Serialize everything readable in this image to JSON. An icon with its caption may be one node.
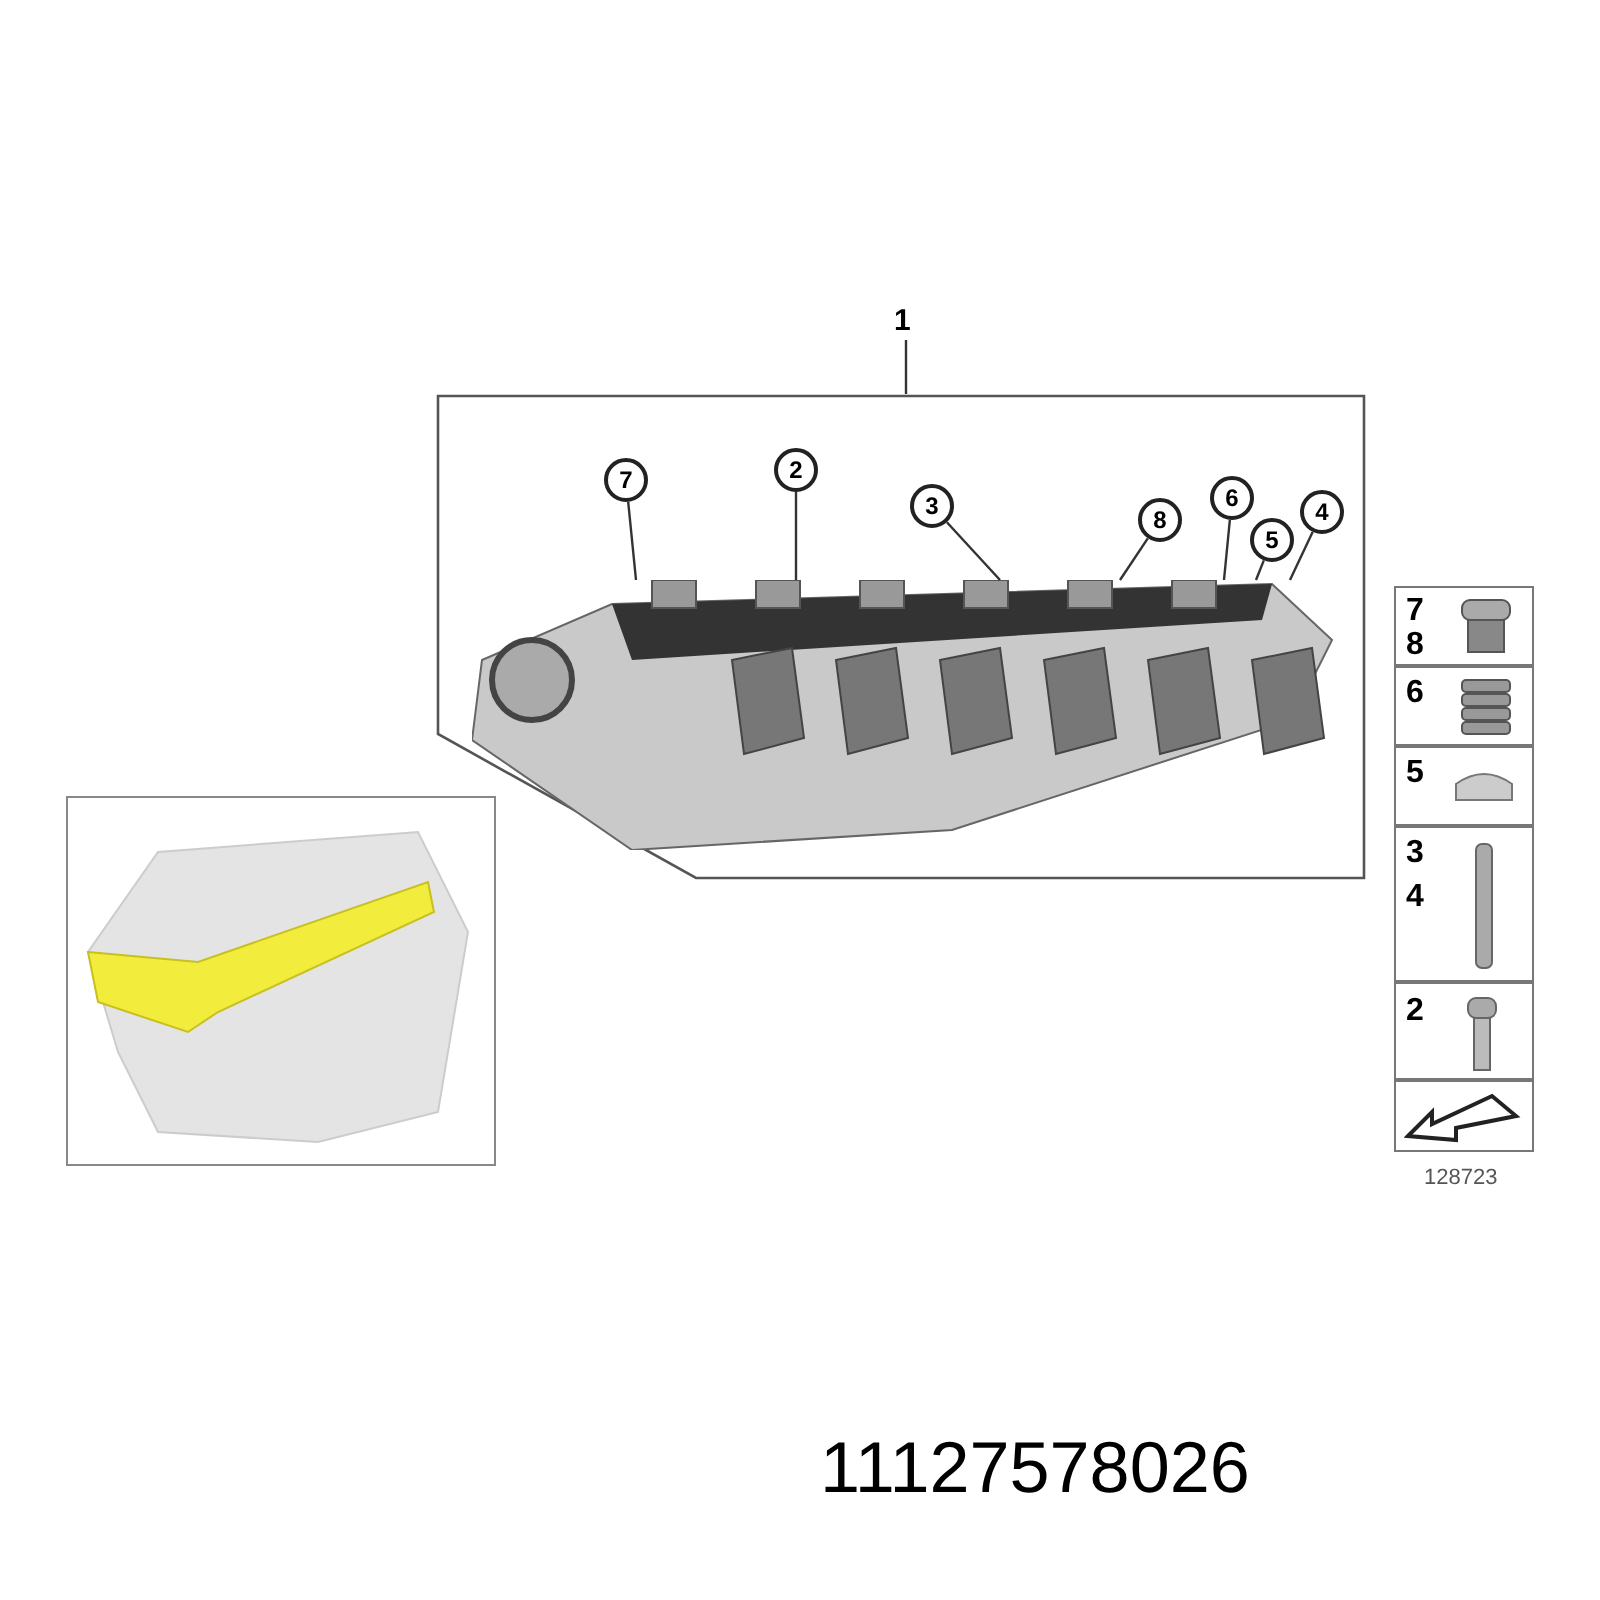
{
  "diagram": {
    "nodes": [
      {
        "text": [
          "1"
        ]
      },
      {
        "text": [],
        "shape": "box"
      },
      {
        "text": [],
        "shape": "picture",
        "in": 1
      },
      {
        "text": [
          "7"
        ],
        "in": 1
      },
      {
        "text": [
          "2"
        ],
        "in": 1
      },
      {
        "text": [
          "3"
        ],
        "in": 1
      },
      {
        "text": [
          "8"
        ],
        "in": 1
      },
      {
        "text": [
          "6"
        ],
        "in": 1
      },
      {
        "text": [
          "5"
        ],
        "in": 1
      },
      {
        "text": [
          "4"
        ],
        "in": 1
      }
    ],
    "edges": [
      {
        "from": 0,
        "to": 1,
        "arrow": "none"
      },
      {
        "from": 3,
        "to": 2,
        "arrow": "none"
      },
      {
        "from": 4,
        "to": 2,
        "arrow": "none"
      },
      {
        "from": 5,
        "to": 2,
        "arrow": "none"
      },
      {
        "from": 6,
        "to": 2,
        "arrow": "none"
      },
      {
        "from": 7,
        "to": 2,
        "arrow": "none"
      },
      {
        "from": 8,
        "to": 2,
        "arrow": "none"
      },
      {
        "from": 9,
        "to": 2,
        "arrow": "none"
      }
    ],
    "labels": [
      "7",
      "8",
      "6",
      "5",
      "3",
      "4",
      "2",
      "128723",
      "11127578026"
    ]
  }
}
